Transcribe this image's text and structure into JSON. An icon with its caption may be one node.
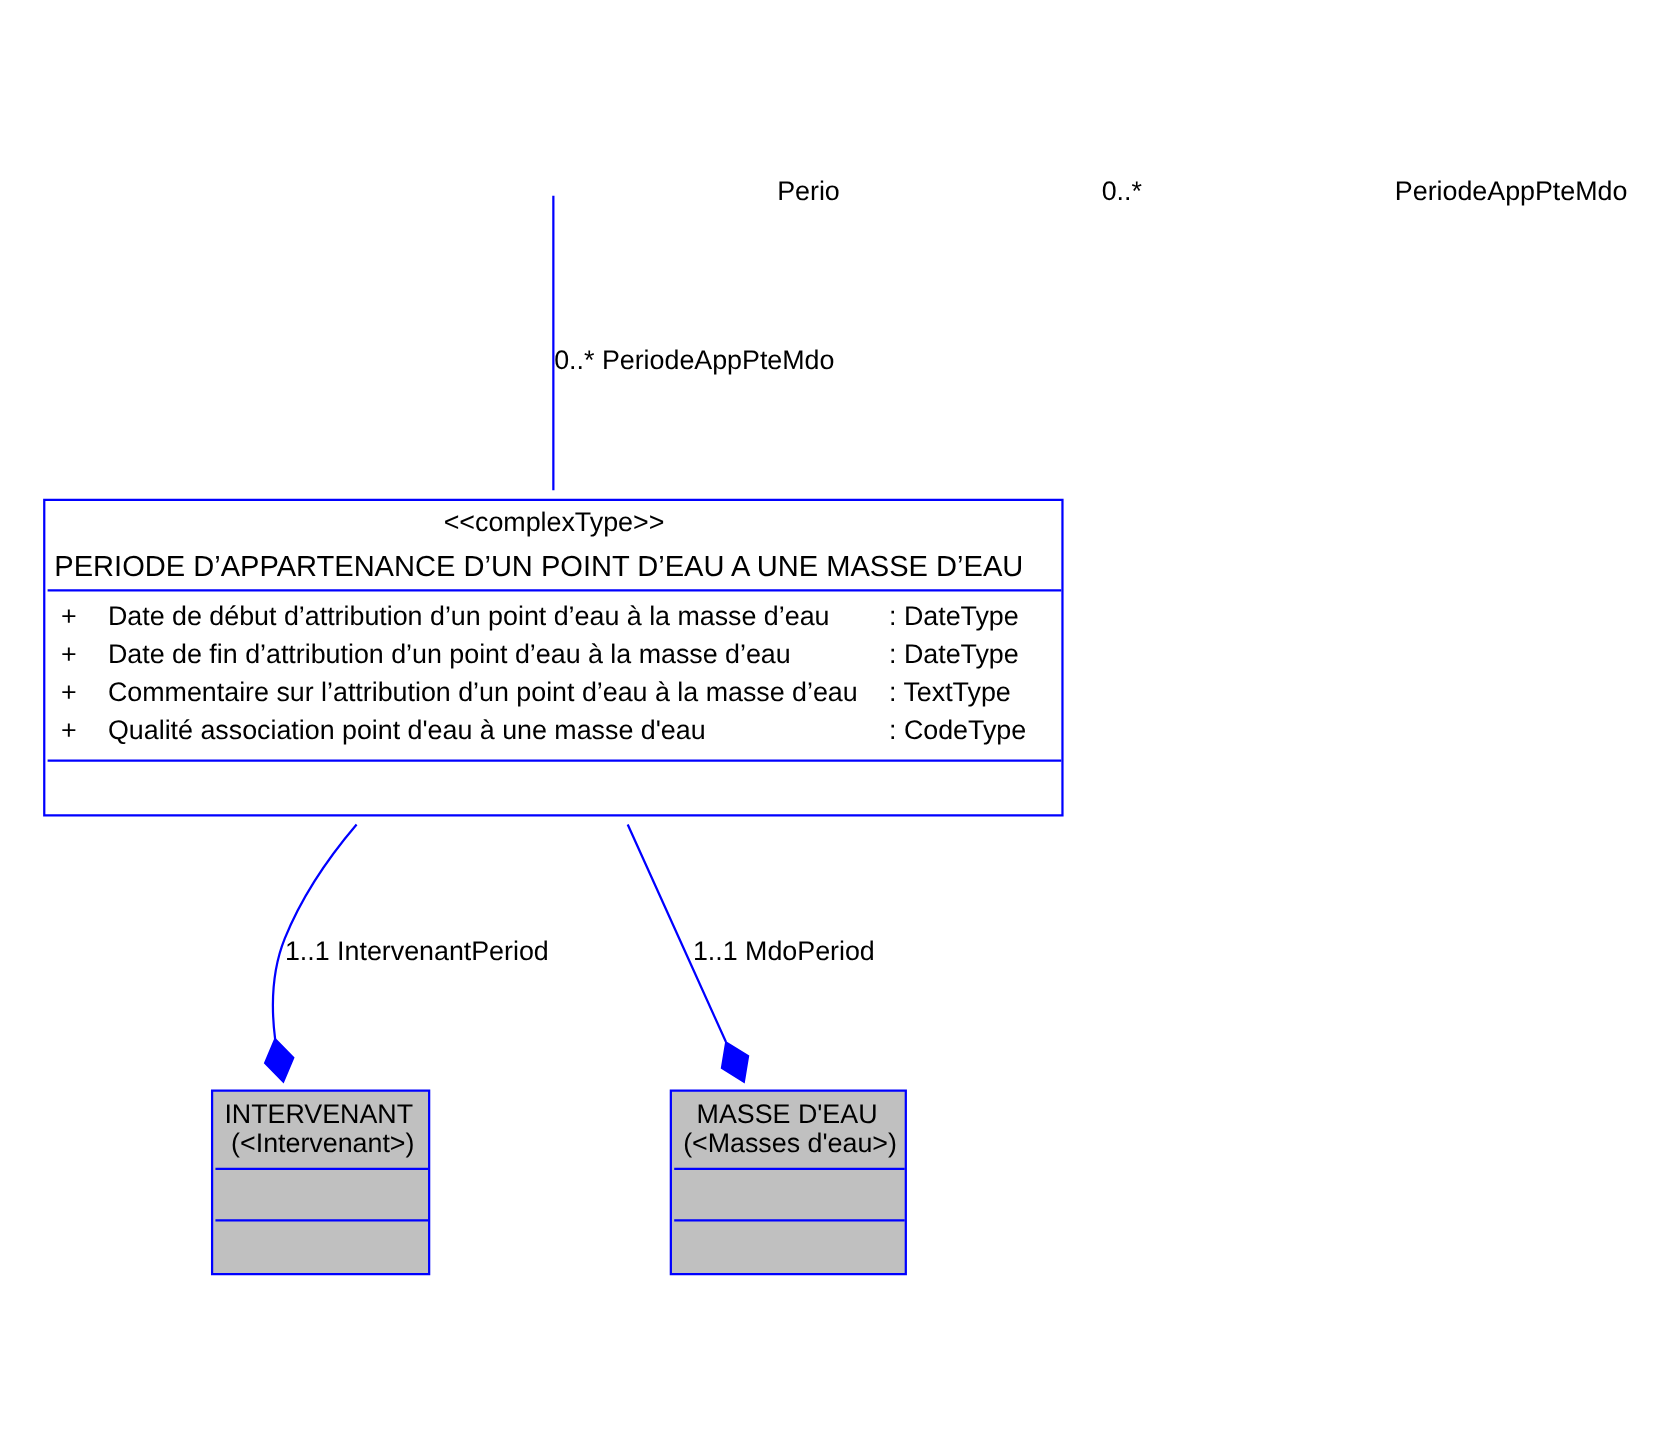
{
  "diagram": {
    "nodes": [
      {
        "text": [
          "<<complexType>>",
          "PERIODE D’APPARTENANCE D’UN POINT D’EAU A UNE MASSE D’EAU",
          "+",
          "Date de début d’attribution d’un point d’eau à la masse d’eau",
          ": DateType",
          "+",
          "Date de fin d’attribution d’un point d’eau à la masse d’eau",
          ": DateType",
          "+",
          "Commentaire sur l’attribution d’un point d’eau à la masse d’eau",
          ": TextType",
          "+",
          "Qualité association point d'eau à une masse d'eau",
          ": CodeType"
        ]
      },
      {
        "text": [
          "INTERVENANT",
          "(<Intervenant>)"
        ]
      },
      {
        "text": [
          "MASSE D'EAU",
          "(<Masses d'eau>)"
        ]
      }
    ],
    "edges": [
      {
        "from": null,
        "to": 0,
        "arrow": "none",
        "label": "0..* PeriodeAppPteMdo"
      },
      {
        "from": 0,
        "to": 1,
        "arrow": "other",
        "label": "1..1 IntervenantPeriod"
      },
      {
        "from": 0,
        "to": 2,
        "arrow": "other",
        "label": "1..1 MdoPeriod"
      }
    ],
    "labels": [
      "Perio",
      "0..*",
      "PeriodeAppPteMdo"
    ]
  }
}
